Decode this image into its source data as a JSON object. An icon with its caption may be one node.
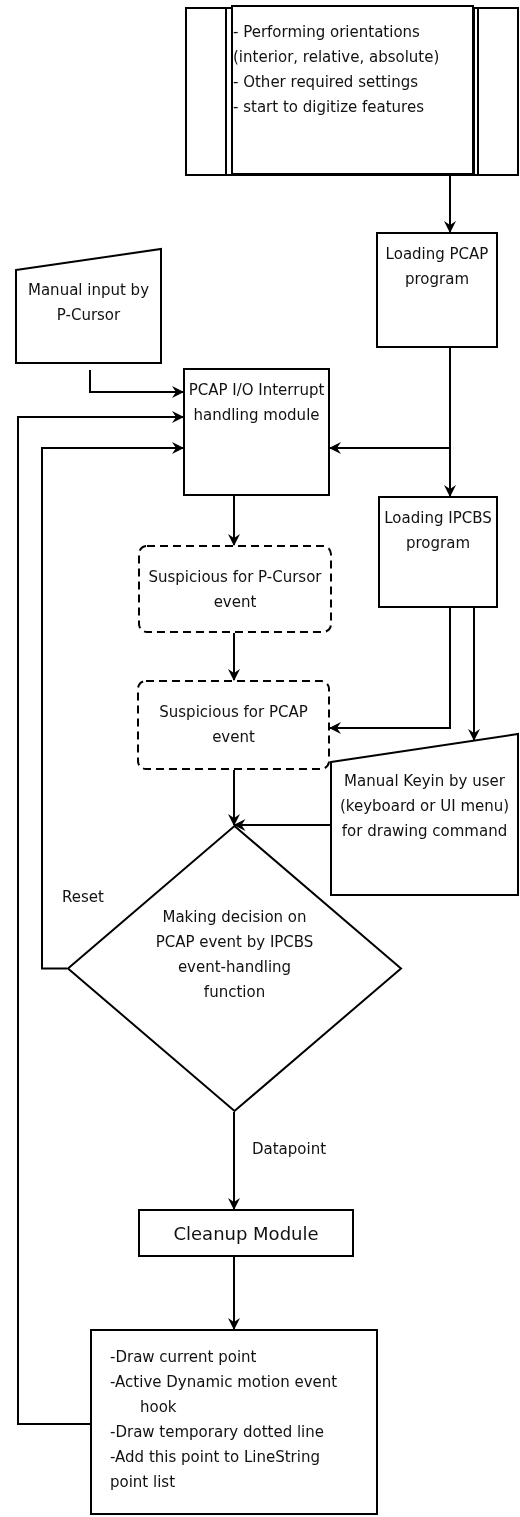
{
  "diagram": {
    "nodes": [
      {
        "text": [
          "- Performing orientations (interior, relative, absolute)",
          "- Other required settings",
          "- start to digitize features"
        ]
      },
      {
        "text": [
          "Loading PCAP program"
        ]
      },
      {
        "text": [
          "Manual input by P-Cursor"
        ]
      },
      {
        "text": [
          "PCAP I/O Interrupt handling module"
        ]
      },
      {
        "text": [
          "Loading IPCBS program"
        ]
      },
      {
        "text": [
          "Suspicious for P-Cursor event"
        ]
      },
      {
        "text": [
          "Suspicious for PCAP event"
        ]
      },
      {
        "text": [
          "Manual Keyin by user (keyboard or UI menu) for drawing command"
        ]
      },
      {
        "text": [
          "Making decision on PCAP event by IPCBS event-handling function"
        ]
      },
      {
        "text": [
          "Cleanup Module"
        ]
      },
      {
        "text": [
          "-Draw current point",
          "-Active Dynamic motion event hook",
          "-Draw temporary dotted line",
          "-Add this point to LineString point list"
        ]
      }
    ],
    "edges": [
      {
        "from": 0,
        "to": 1,
        "arrow": "to"
      },
      {
        "from": 1,
        "to": 3,
        "arrow": "to"
      },
      {
        "from": 1,
        "to": 4,
        "arrow": "to"
      },
      {
        "from": 2,
        "to": 3,
        "arrow": "to"
      },
      {
        "from": 3,
        "to": 5,
        "arrow": "to"
      },
      {
        "from": 5,
        "to": 6,
        "arrow": "to"
      },
      {
        "from": 4,
        "to": 6,
        "arrow": "to"
      },
      {
        "from": 4,
        "to": 7,
        "arrow": "to"
      },
      {
        "from": 6,
        "to": 8,
        "arrow": "to"
      },
      {
        "from": 7,
        "to": 8,
        "arrow": "to"
      },
      {
        "from": 8,
        "to": 3,
        "arrow": "to",
        "label": "Reset"
      },
      {
        "from": 8,
        "to": 9,
        "arrow": "to",
        "label": "Datapoint"
      },
      {
        "from": 9,
        "to": 10,
        "arrow": "to"
      },
      {
        "from": 10,
        "to": 3,
        "arrow": "to"
      }
    ]
  }
}
